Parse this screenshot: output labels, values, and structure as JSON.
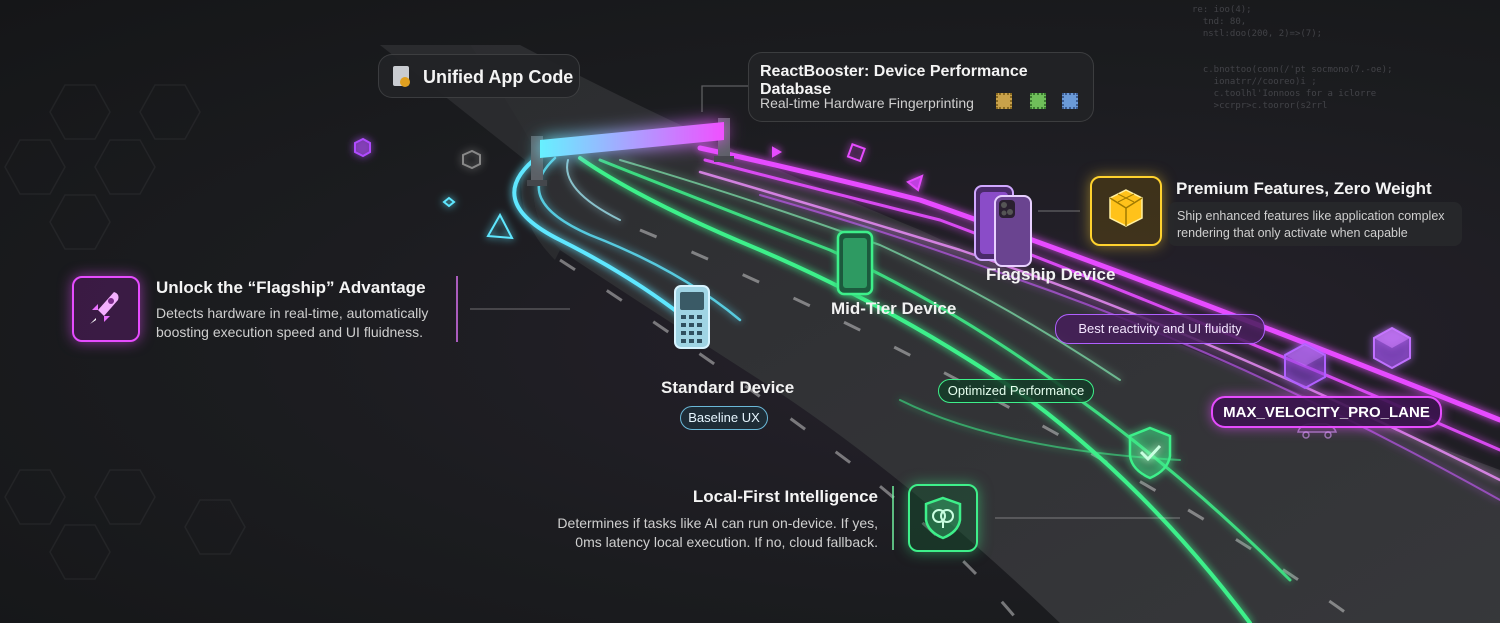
{
  "colors": {
    "neon_cyan": "#5ee7ff",
    "neon_green": "#3ef08a",
    "neon_magenta": "#e64cff",
    "neon_yellow": "#ffd22e",
    "panel_bg": "#222326"
  },
  "header": {
    "unified_app_code": "Unified App Code",
    "database_title": "ReactBooster: Device Performance Database",
    "database_subtitle": "Real-time Hardware Fingerprinting"
  },
  "flagship_advantage": {
    "title": "Unlock the “Flagship” Advantage",
    "line1": "Detects hardware in real-time, automatically",
    "line2": "boosting execution speed and UI fluidness.",
    "icon": "rocket-icon"
  },
  "premium_features": {
    "title": "Premium Features, Zero Weight",
    "line1": "Ship enhanced features like application complex",
    "line2": "rendering that only activate when capable",
    "icon": "cubes-icon"
  },
  "local_first": {
    "title": "Local-First Intelligence",
    "line1": "Determines if tasks like AI can run on-device. If yes,",
    "line2": "0ms latency local execution. If no, cloud fallback.",
    "icon": "brain-shield-icon"
  },
  "devices": {
    "standard": {
      "label": "Standard Device",
      "badge": "Baseline UX"
    },
    "mid_tier": {
      "label": "Mid-Tier Device",
      "badge": "Optimized Performance"
    },
    "flagship": {
      "label": "Flagship Device",
      "badge": "Best reactivity and UI fluidity"
    }
  },
  "pro_lane": "MAX_VELOCITY_PRO_LANE",
  "code_snippet": "re: ioo(4);\n  tnd: 80,\n  nstl:doo(200, 2)=>(7);\n\n\n  c.bnottoo(conn(/'pt socmono(7.-oe);\n    ionatrr//cooreo)i ;\n    c.toolhl'Ionnoos for a iclorre\n    >ccrpr>c.tooror(s2rrl "
}
